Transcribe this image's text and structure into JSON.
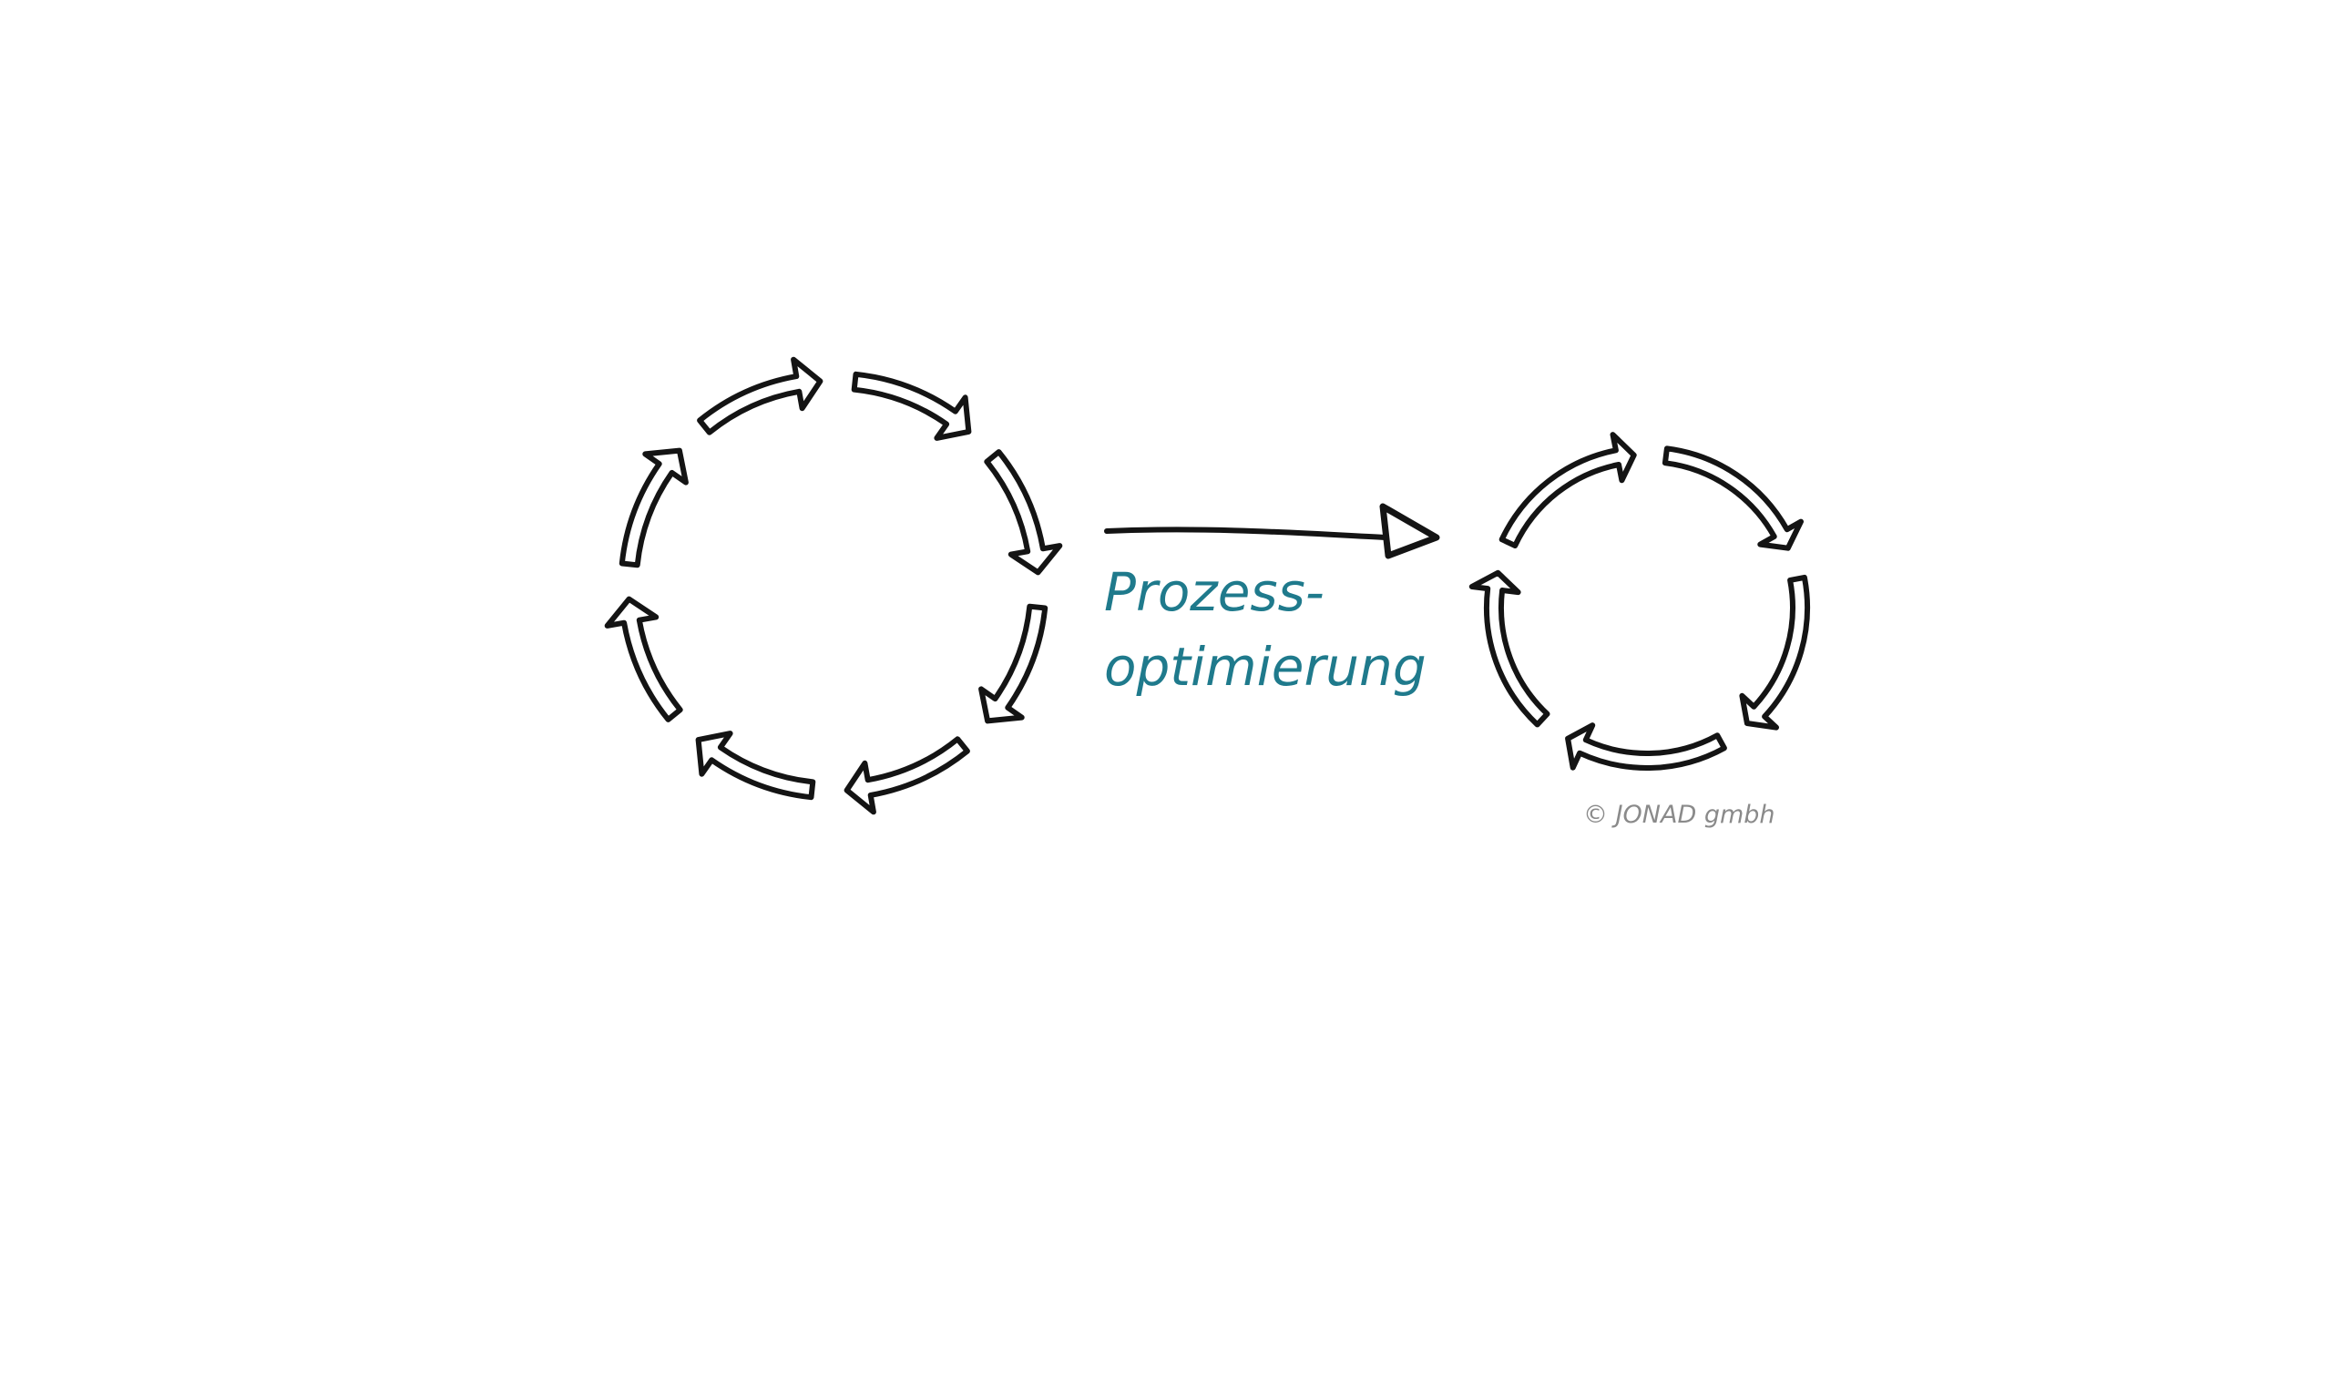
{
  "diagram": {
    "label_line1": "Prozess-",
    "label_line2": "optimierung",
    "copyright": "© JONAD gmbh",
    "colors": {
      "ink": "#141414",
      "label": "#1f7a8c",
      "copyright": "#8a8a8a",
      "background": "#ffffff"
    },
    "cycles": [
      {
        "name": "cycle-before",
        "arrow_count": 8
      },
      {
        "name": "cycle-after",
        "arrow_count": 5
      }
    ]
  }
}
